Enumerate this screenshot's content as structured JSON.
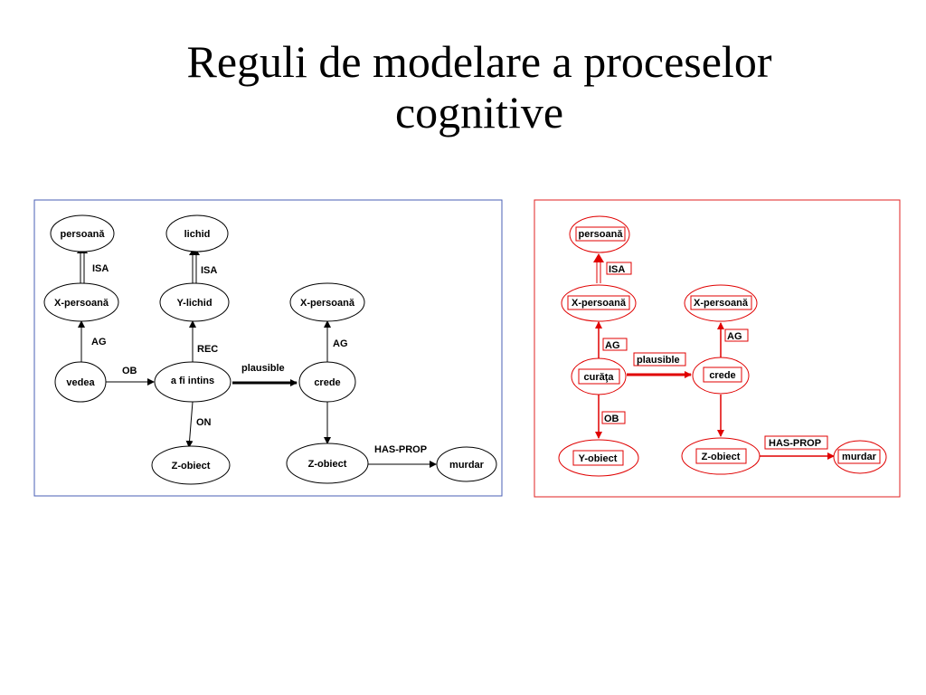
{
  "slide": {
    "title_line1": "Reguli de modelare a proceselor",
    "title_line2": "cognitive"
  },
  "diagram_left": {
    "nodes": {
      "persoana": "persoană",
      "lichid": "lichid",
      "x_persoana": "X-persoană",
      "y_lichid": "Y-lichid",
      "x_persoana2": "X-persoană",
      "vedea": "vedea",
      "a_fi_intins": "a fi intins",
      "crede": "crede",
      "z_obiect": "Z-obiect",
      "z_obiect2": "Z-obiect",
      "murdar": "murdar"
    },
    "edges": {
      "isa1": "ISA",
      "isa2": "ISA",
      "ag1": "AG",
      "ob": "OB",
      "rec": "REC",
      "plausible": "plausible",
      "ag2": "AG",
      "on": "ON",
      "has_prop": "HAS-PROP"
    },
    "colors": {
      "border": "#4a5fb5",
      "stroke": "#000000"
    }
  },
  "diagram_right": {
    "nodes": {
      "persoana": "persoană",
      "x_persoana": "X-persoană",
      "x_persoana2": "X-persoană",
      "curata": "curăţa",
      "crede": "crede",
      "y_obiect": "Y-obiect",
      "z_obiect": "Z-obiect",
      "murdar": "murdar"
    },
    "edges": {
      "isa": "ISA",
      "ag1": "AG",
      "ag2": "AG",
      "plausible": "plausible",
      "ob": "OB",
      "has_prop": "HAS-PROP"
    },
    "colors": {
      "border": "#e02020",
      "stroke": "#e00000"
    }
  }
}
